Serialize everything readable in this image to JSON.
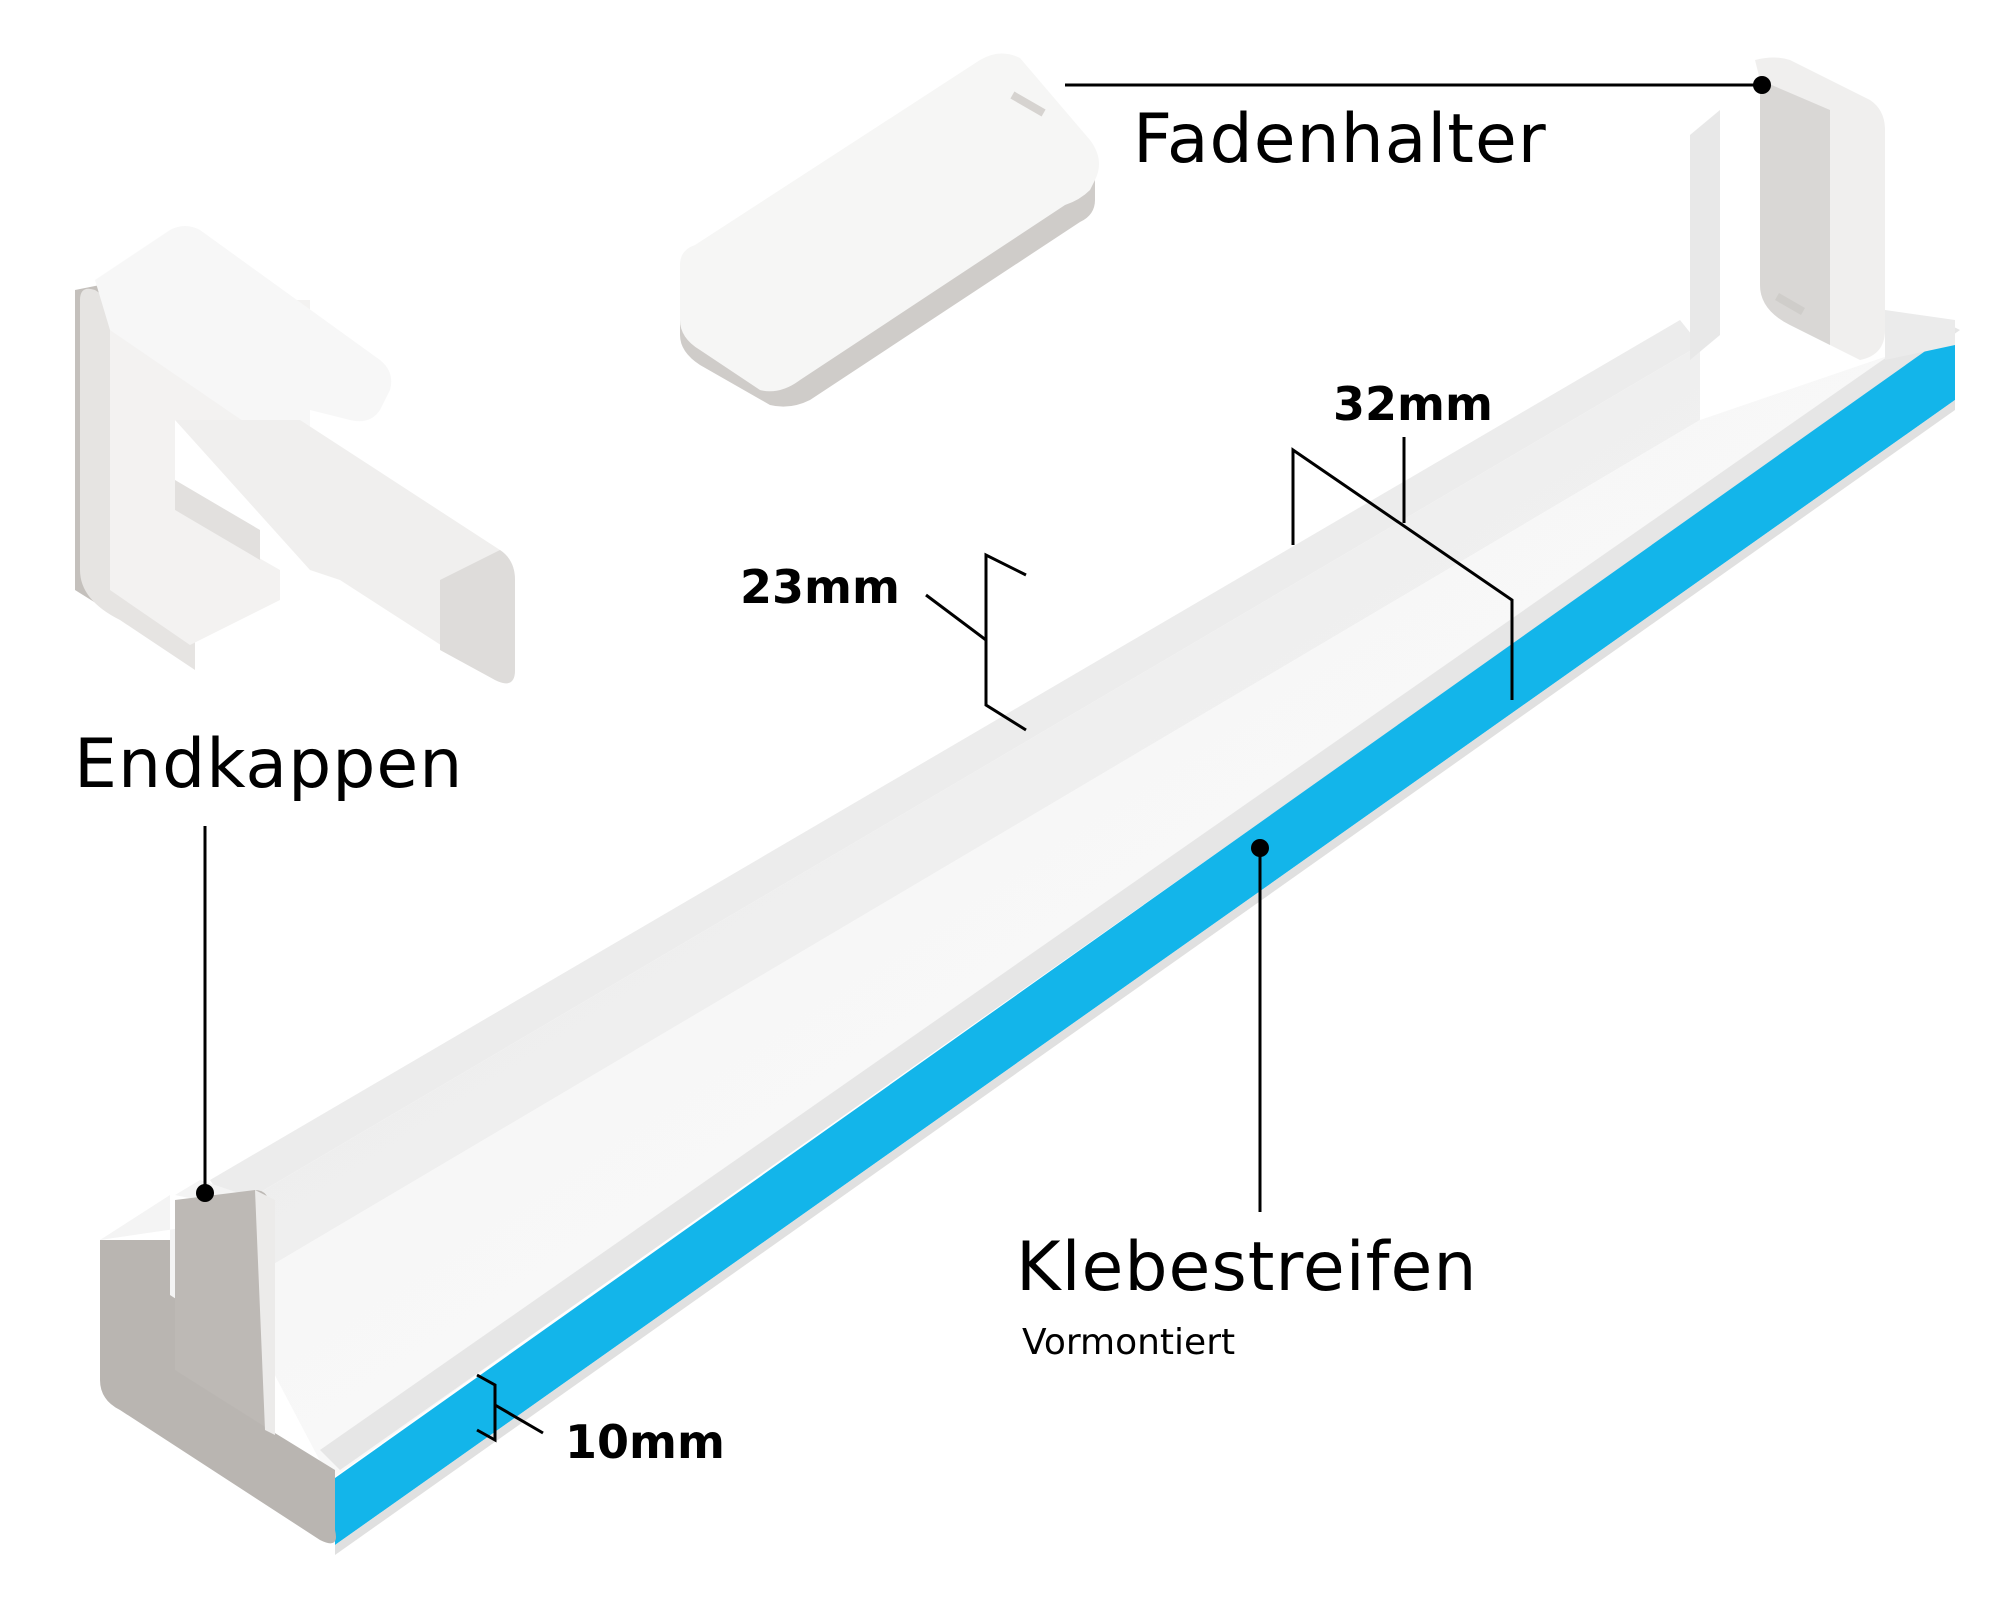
{
  "diagram": {
    "colors": {
      "background": "#ffffff",
      "plastic": "#f2f2f2",
      "plastic_shade": "#b8b4b0",
      "adhesive_strip": "#13b5ea",
      "line": "#000000"
    },
    "labels": {
      "fadenhalter": "Fadenhalter",
      "endkappen": "Endkappen",
      "klebestreifen": "Klebestreifen",
      "klebestreifen_sub": "Vormontiert"
    },
    "dimensions": {
      "width": "32mm",
      "height": "23mm",
      "strip": "10mm"
    }
  }
}
